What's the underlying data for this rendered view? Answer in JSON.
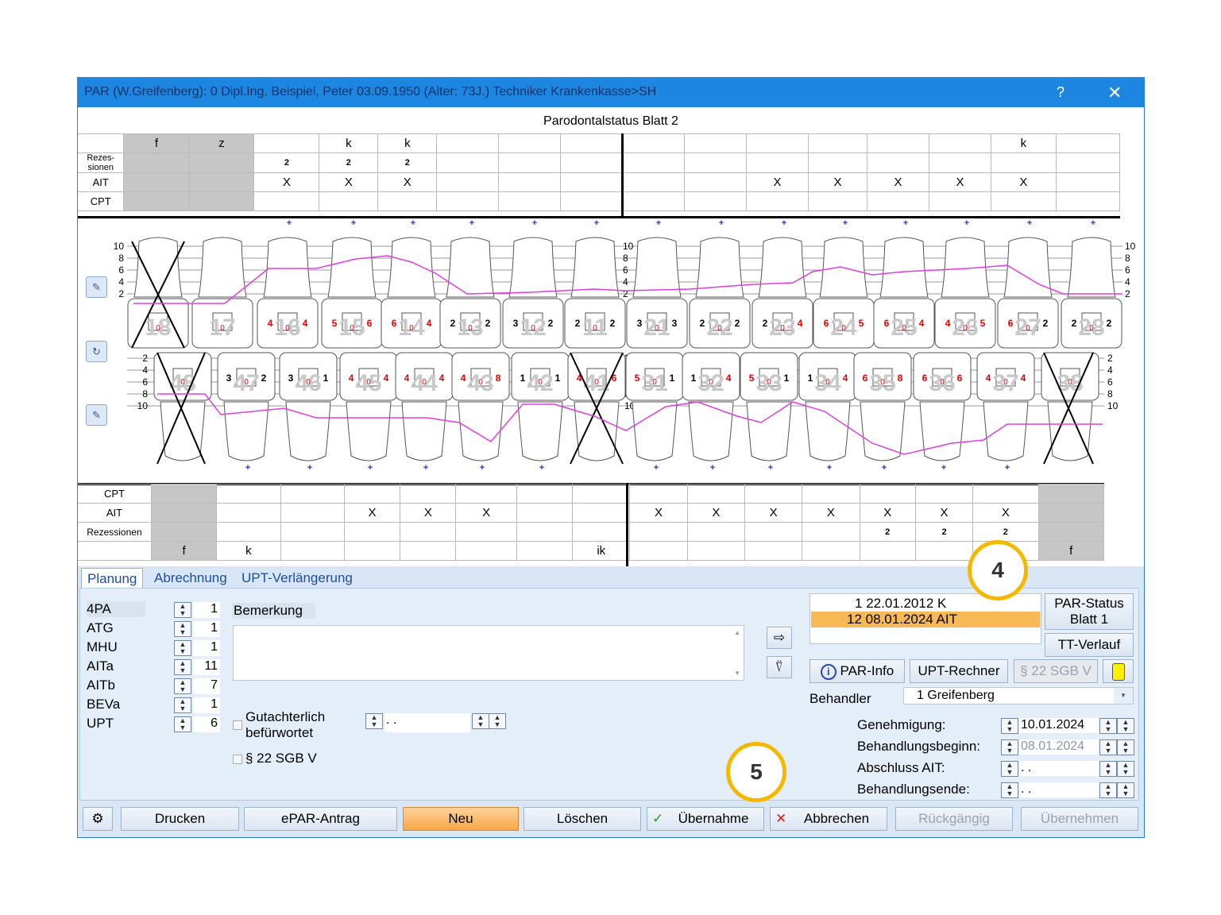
{
  "title": "PAR (W.Greifenberg): 0  Dipl.Ing. Beispiel, Peter 03.09.1950  (Alter: 73J.)  Techniker Krankenkasse>SH",
  "help_label": "?",
  "chart_title": "Parodontalstatus Blatt 2",
  "upper_table": {
    "row_labels": [
      "",
      "Rezes-sionen",
      "AIT",
      "CPT"
    ],
    "status": [
      "f",
      "z",
      "",
      "k",
      "k",
      "",
      "",
      "",
      "",
      "",
      "",
      "",
      "",
      "",
      "k",
      ""
    ],
    "rez": [
      "",
      "",
      "2",
      "2",
      "2",
      "",
      "",
      "",
      "",
      "",
      "",
      "",
      "",
      "",
      "",
      ""
    ],
    "ait": [
      "",
      "",
      "X",
      "X",
      "X",
      "",
      "",
      "",
      "",
      "",
      "X",
      "X",
      "X",
      "X",
      "X",
      ""
    ],
    "teeth": [
      "18",
      "17",
      "16",
      "15",
      "14",
      "13",
      "12",
      "11",
      "21",
      "22",
      "23",
      "24",
      "25",
      "26",
      "27",
      "28"
    ],
    "values": [
      [
        "",
        ""
      ],
      [
        "",
        ""
      ],
      [
        "4",
        "4"
      ],
      [
        "5",
        "6"
      ],
      [
        "6",
        "4"
      ],
      [
        "2",
        "2"
      ],
      [
        "3",
        "2"
      ],
      [
        "2",
        "2"
      ],
      [
        "3",
        "3"
      ],
      [
        "2",
        "2"
      ],
      [
        "2",
        "4"
      ],
      [
        "6",
        "5"
      ],
      [
        "6",
        "4"
      ],
      [
        "4",
        "5"
      ],
      [
        "6",
        "2"
      ],
      [
        "2",
        "2"
      ]
    ]
  },
  "lower_table": {
    "row_labels": [
      "CPT",
      "AIT",
      "Rezessionen",
      ""
    ],
    "ait": [
      "",
      "",
      "",
      "X",
      "X",
      "X",
      "",
      "",
      "X",
      "X",
      "X",
      "X",
      "X",
      "X",
      "X",
      ""
    ],
    "rez": [
      "",
      "",
      "",
      "",
      "",
      "",
      "",
      "",
      "",
      "",
      "",
      "",
      "2",
      "2",
      "2",
      ""
    ],
    "status": [
      "f",
      "k",
      "",
      "",
      "",
      "",
      "",
      "ik",
      "",
      "",
      "",
      "",
      "",
      "",
      "",
      "f"
    ],
    "teeth": [
      "48",
      "47",
      "46",
      "45",
      "44",
      "43",
      "42",
      "41",
      "31",
      "32",
      "33",
      "34",
      "35",
      "36",
      "37",
      "38"
    ],
    "values": [
      [
        "",
        ""
      ],
      [
        "3",
        "2"
      ],
      [
        "3",
        "1"
      ],
      [
        "4",
        "4"
      ],
      [
        "4",
        "4"
      ],
      [
        "4",
        "8"
      ],
      [
        "1",
        "1"
      ],
      [
        "4",
        "6"
      ],
      [
        "5",
        "1"
      ],
      [
        "1",
        "4"
      ],
      [
        "5",
        "1"
      ],
      [
        "1",
        "4"
      ],
      [
        "6",
        "8"
      ],
      [
        "6",
        "6"
      ],
      [
        "4",
        "4"
      ],
      [
        "",
        ""
      ]
    ]
  },
  "scale": [
    "10",
    "8",
    "6",
    "4",
    "2"
  ],
  "tabs": [
    "Planung",
    "Abrechnung",
    "UPT-Verlängerung"
  ],
  "counters": [
    {
      "label": "4PA",
      "value": "1"
    },
    {
      "label": "ATG",
      "value": "1"
    },
    {
      "label": "MHU",
      "value": "1"
    },
    {
      "label": "AITa",
      "value": "11"
    },
    {
      "label": "AITb",
      "value": "7"
    },
    {
      "label": "BEVa",
      "value": "1"
    },
    {
      "label": "UPT",
      "value": "6"
    }
  ],
  "bemerkung_label": "Bemerkung",
  "gutachterlich_label_1": "Gutachterlich",
  "gutachterlich_label_2": "befürwortet",
  "gutachterlich_date": " .  .",
  "sgb_label": "§ 22 SGB V",
  "status_list": [
    {
      "num": "1",
      "date": "22.01.2012",
      "code": "K"
    },
    {
      "num": "12",
      "date": "08.01.2024",
      "code": "AIT"
    }
  ],
  "par_status_btn_1": "PAR-Status",
  "par_status_btn_2": "Blatt 1",
  "tt_verlauf_btn": "TT-Verlauf",
  "par_info_btn": "PAR-Info",
  "upt_rechner_btn": "UPT-Rechner",
  "sgb_btn": "§ 22 SGB V",
  "behandler_label": "Behandler",
  "behandler_value": "1 Greifenberg",
  "dates": [
    {
      "label": "Genehmigung:",
      "value": "10.01.2024"
    },
    {
      "label": "Behandlungsbeginn:",
      "value": "08.01.2024"
    },
    {
      "label": "Abschluss AIT:",
      "value": "  .   ."
    },
    {
      "label": "Behandlungsende:",
      "value": "  .   ."
    }
  ],
  "footer": {
    "drucken": "Drucken",
    "epar": "ePAR-Antrag",
    "neu": "Neu",
    "loeschen": "Löschen",
    "uebernahme": "Übernahme",
    "abbrechen": "Abbrechen",
    "rueckgaengig": "Rückgängig",
    "uebernehmen": "Übernehmen"
  },
  "callouts": [
    "4",
    "5"
  ],
  "colors": {
    "title_bar": "#1c86e0",
    "highlight": "#f7b955",
    "accent_orange": "#f5b800",
    "pocket_line": "#e23be0"
  }
}
